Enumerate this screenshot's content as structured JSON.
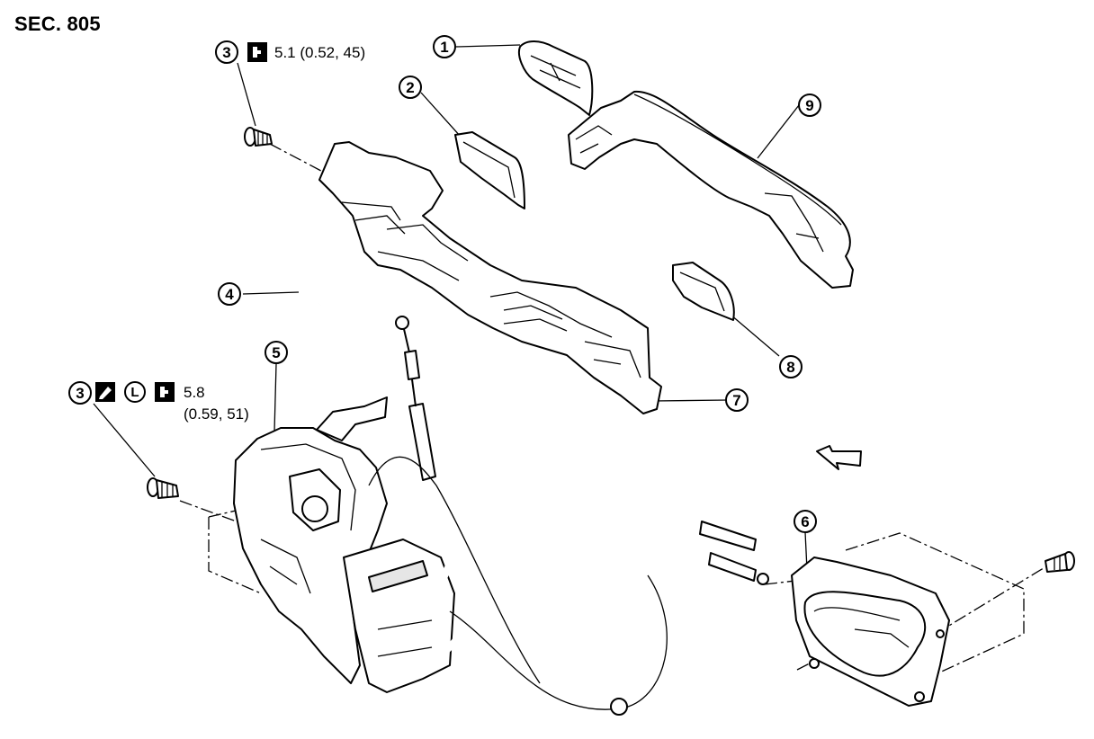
{
  "section_title": "SEC. 805",
  "callouts": {
    "c1": "1",
    "c2": "2",
    "c3a": "3",
    "c3b": "3",
    "c4": "4",
    "c5": "5",
    "c6": "6",
    "c7": "7",
    "c8": "8",
    "c9": "9"
  },
  "torque_upper": "5.1 (0.52, 45)",
  "torque_lower_line1": "5.8",
  "torque_lower_line2": "(0.59, 51)",
  "symbols": {
    "grease": "L",
    "icons": [
      "torque-wrench-icon",
      "sealant-icon",
      "grease-L-icon",
      "front-arrow-icon"
    ]
  }
}
